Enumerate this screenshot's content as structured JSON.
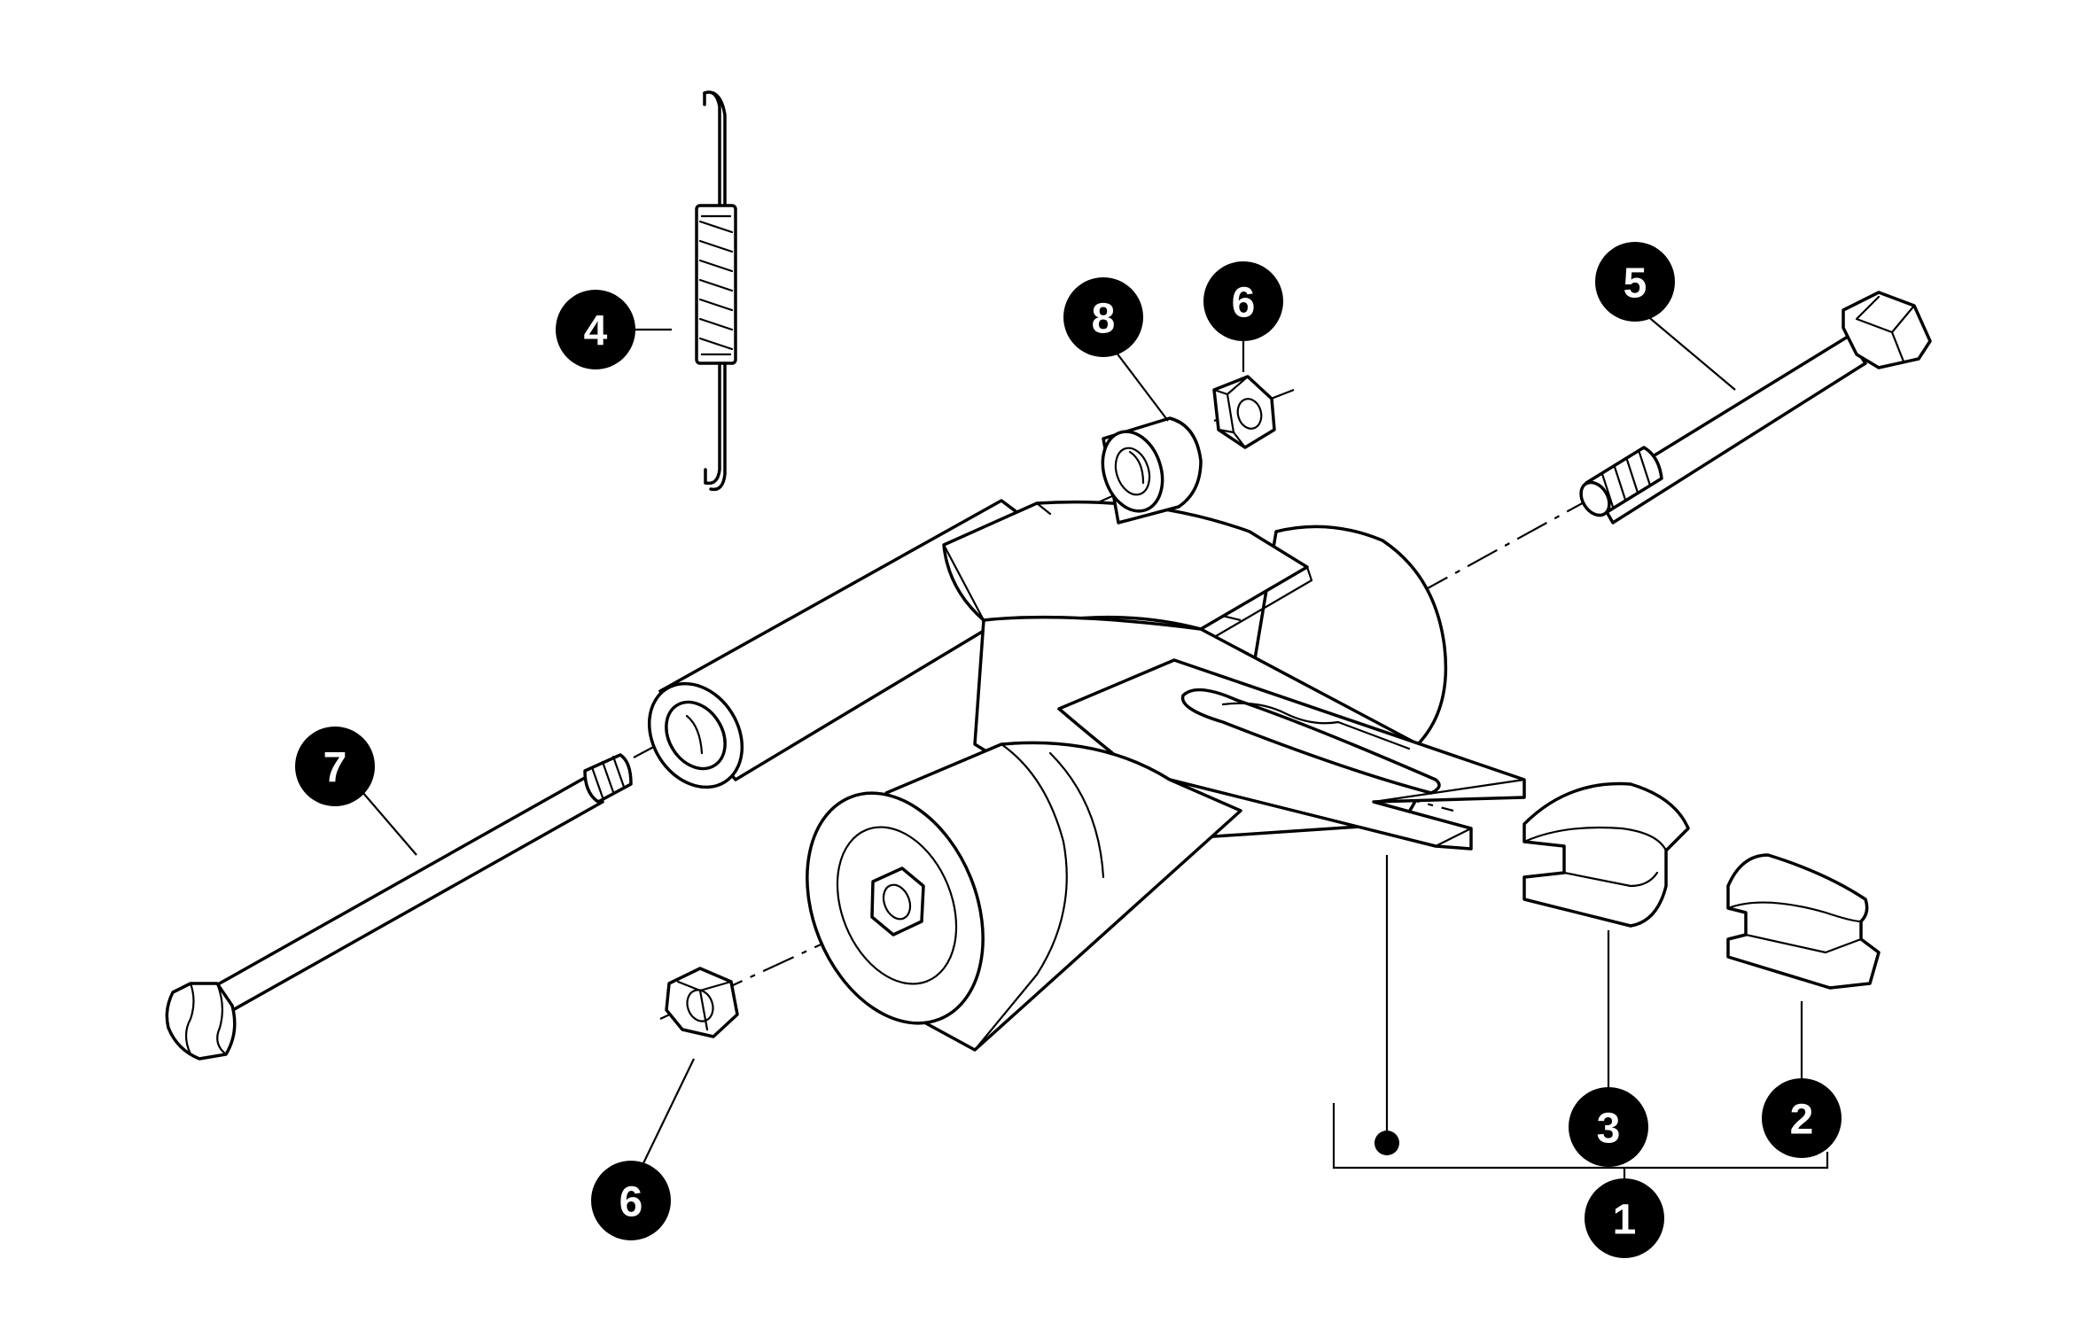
{
  "diagram": {
    "callouts": {
      "c1": "1",
      "c2": "2",
      "c3": "3",
      "c4": "4",
      "c5": "5",
      "c6a": "6",
      "c6b": "6",
      "c7": "7",
      "c8": "8"
    },
    "colors": {
      "line": "#000000",
      "background": "#ffffff",
      "callout_fill": "#000000",
      "callout_text": "#ffffff"
    }
  }
}
